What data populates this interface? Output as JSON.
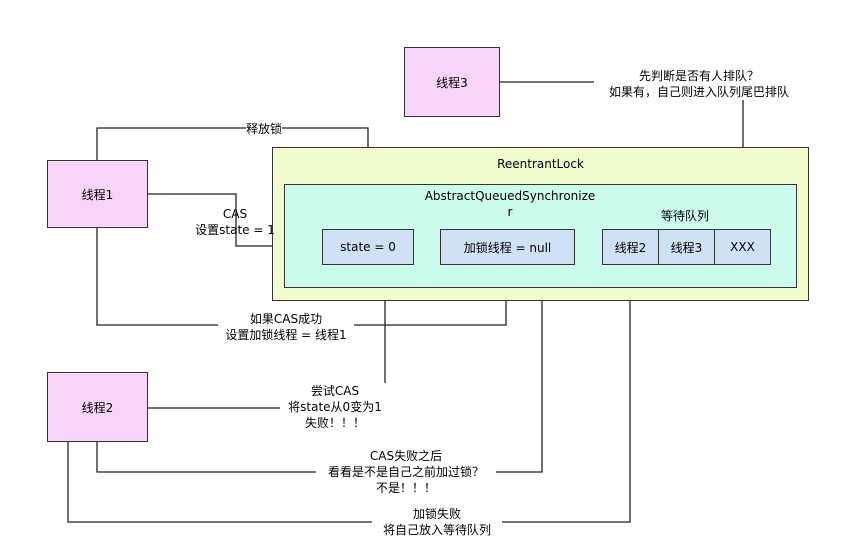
{
  "threads": {
    "thread1": "线程1",
    "thread2": "线程2",
    "thread3": "线程3"
  },
  "lock": {
    "title": "ReentrantLock",
    "aqs_title_line1": "AbstractQueuedSynchronize",
    "aqs_title_line2": "r",
    "state": "state = 0",
    "owner": "加锁线程 = null",
    "queue_title": "等待队列",
    "queue": [
      "线程2",
      "线程3",
      "XXX"
    ]
  },
  "labels": {
    "release": "释放锁",
    "cas_line1": "CAS",
    "cas_line2": "设置state = 1",
    "cas_success_line1": "如果CAS成功",
    "cas_success_line2": "设置加锁线程 = 线程1",
    "thread3_line1": "先判断是否有人排队？",
    "thread3_line2": "如果有，自己则进入队列尾巴排队",
    "try_cas_line1": "尝试CAS",
    "try_cas_line2": "将state从0变为1",
    "try_cas_line3": "失败！！！",
    "cas_fail_line1": "CAS失败之后",
    "cas_fail_line2": "看看是不是自己之前加过锁？",
    "cas_fail_line3": "不是！！！",
    "lock_fail_line1": "加锁失败",
    "lock_fail_line2": "将自己放入等待队列"
  },
  "colors": {
    "thread_fill": "#f8d4f8",
    "lock_fill": "#f0fccc",
    "aqs_fill": "#ccfcec",
    "field_fill": "#cfe2f5",
    "line": "#222222"
  }
}
